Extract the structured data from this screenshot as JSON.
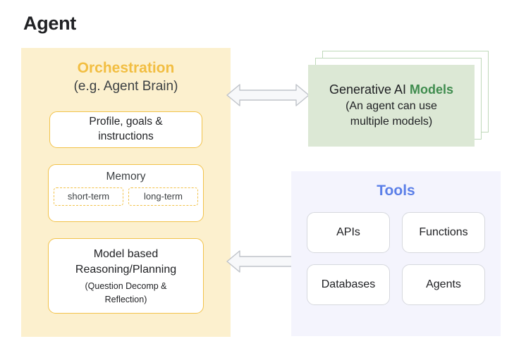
{
  "title": "Agent",
  "orchestration": {
    "heading": "Orchestration",
    "subheading": "(e.g. Agent Brain)",
    "bg_color": "#FCF0CE",
    "accent_color": "#F2BE42",
    "profile_card": {
      "line1": "Profile, goals &",
      "line2": "instructions"
    },
    "memory_card": {
      "title": "Memory",
      "chips": [
        {
          "label": "short-term"
        },
        {
          "label": "long-term"
        }
      ]
    },
    "reasoning_card": {
      "line1": "Model based",
      "line2": "Reasoning/Planning",
      "line3": "(Question Decomp &",
      "line4": "Reflection)"
    }
  },
  "models": {
    "heading_prefix": "Generative AI ",
    "heading_accent": "Models",
    "sub_line1": "(An agent can use",
    "sub_line2": "multiple models)",
    "accent_color": "#3F8C4E",
    "bg_color": "#DCE8D5",
    "border_color": "#BFD9BA",
    "layer_count": 3
  },
  "tools": {
    "title": "Tools",
    "accent_color": "#5B7FE8",
    "bg_color": "#F4F4FD",
    "cards": [
      {
        "label": "APIs"
      },
      {
        "label": "Functions"
      },
      {
        "label": "Databases"
      },
      {
        "label": "Agents"
      }
    ]
  },
  "connectors": [
    {
      "name": "orchestration-models-arrow",
      "direction": "bidirectional"
    },
    {
      "name": "orchestration-tools-arrow",
      "direction": "bidirectional"
    }
  ]
}
